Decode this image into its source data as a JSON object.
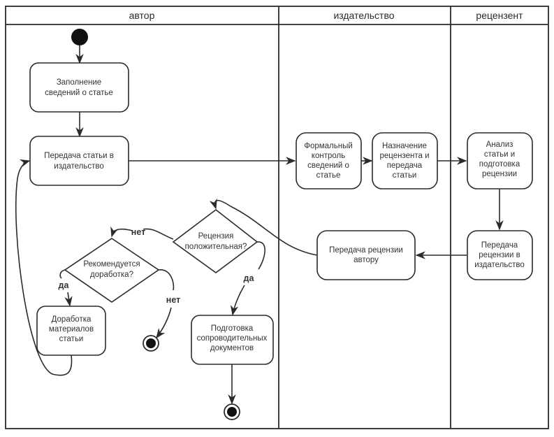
{
  "diagram": {
    "type": "UML activity diagram with swimlanes",
    "lanes": [
      {
        "id": "author",
        "title": "автор"
      },
      {
        "id": "publisher",
        "title": "издательство"
      },
      {
        "id": "reviewer",
        "title": "рецензент"
      }
    ],
    "nodes": {
      "start": {
        "kind": "initial",
        "lane": "author"
      },
      "fill_info": {
        "kind": "action",
        "lane": "author",
        "lines": [
          "Заполнение",
          "сведений о статье"
        ]
      },
      "send_article": {
        "kind": "action",
        "lane": "author",
        "lines": [
          "Передача статьи в",
          "издательство"
        ]
      },
      "formal_check": {
        "kind": "action",
        "lane": "publisher",
        "lines": [
          "Формальный",
          "контроль",
          "сведений о",
          "статье"
        ]
      },
      "assign_reviewer": {
        "kind": "action",
        "lane": "publisher",
        "lines": [
          "Назначение",
          "рецензента и",
          "передача",
          "статьи"
        ]
      },
      "analyze": {
        "kind": "action",
        "lane": "reviewer",
        "lines": [
          "Анализ",
          "статьи и",
          "подготовка",
          "рецензии"
        ]
      },
      "send_review_pub": {
        "kind": "action",
        "lane": "reviewer",
        "lines": [
          "Передача",
          "рецензии в",
          "издательство"
        ]
      },
      "send_review_author": {
        "kind": "action",
        "lane": "publisher",
        "lines": [
          "Передача рецензии",
          "автору"
        ]
      },
      "review_positive": {
        "kind": "decision",
        "lane": "author",
        "lines": [
          "Рецензия",
          "положительная?"
        ]
      },
      "revision_recommended": {
        "kind": "decision",
        "lane": "author",
        "lines": [
          "Рекомендуется",
          "доработка?"
        ]
      },
      "revise": {
        "kind": "action",
        "lane": "author",
        "lines": [
          "Доработка",
          "материалов",
          "статьи"
        ]
      },
      "prepare_docs": {
        "kind": "action",
        "lane": "author",
        "lines": [
          "Подготовка",
          "сопроводительных",
          "документов"
        ]
      },
      "end_reject": {
        "kind": "final",
        "lane": "author"
      },
      "end_accept": {
        "kind": "final",
        "lane": "author"
      }
    },
    "edges": [
      {
        "from": "start",
        "to": "fill_info",
        "label": ""
      },
      {
        "from": "fill_info",
        "to": "send_article",
        "label": ""
      },
      {
        "from": "send_article",
        "to": "formal_check",
        "label": ""
      },
      {
        "from": "formal_check",
        "to": "assign_reviewer",
        "label": ""
      },
      {
        "from": "assign_reviewer",
        "to": "analyze",
        "label": ""
      },
      {
        "from": "analyze",
        "to": "send_review_pub",
        "label": ""
      },
      {
        "from": "send_review_pub",
        "to": "send_review_author",
        "label": ""
      },
      {
        "from": "send_review_author",
        "to": "review_positive",
        "label": ""
      },
      {
        "from": "review_positive",
        "to": "revision_recommended",
        "label": "нет"
      },
      {
        "from": "review_positive",
        "to": "prepare_docs",
        "label": "да"
      },
      {
        "from": "revision_recommended",
        "to": "revise",
        "label": "да"
      },
      {
        "from": "revision_recommended",
        "to": "end_reject",
        "label": "нет"
      },
      {
        "from": "revise",
        "to": "send_article",
        "label": ""
      },
      {
        "from": "prepare_docs",
        "to": "end_accept",
        "label": ""
      }
    ],
    "guards": {
      "yes": "да",
      "no": "нет"
    },
    "colors": {
      "stroke": "#2b2b2b",
      "fill": "#ffffff",
      "text": "#333333",
      "dot": "#111111"
    }
  }
}
